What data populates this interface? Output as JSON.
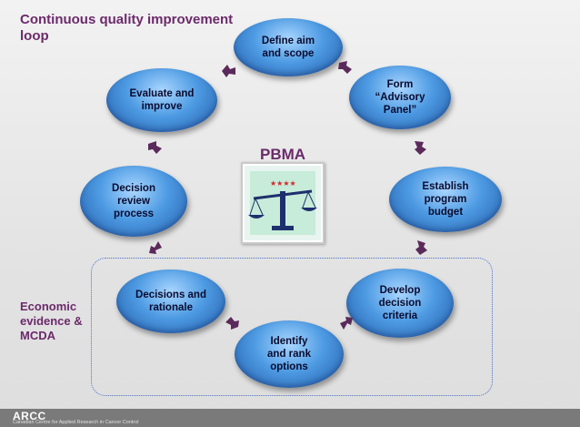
{
  "title": "Continuous quality improvement loop",
  "side_label": "Economic evidence & MCDA",
  "center_label": "PBMA",
  "nodes": {
    "define": "Define aim\nand scope",
    "form": "Form\n“Advisory\nPanel”",
    "budget": "Establish\nprogram\nbudget",
    "criteria": "Develop\ndecision\ncriteria",
    "options": "Identify\nand rank\noptions",
    "rationale": "Decisions and\nrationale",
    "review": "Decision\nreview\nprocess",
    "evaluate": "Evaluate and\nimprove"
  },
  "footer": {
    "logo": "ARCC",
    "subtitle": "Canadian Centre for Applied Research in Cancer Control"
  },
  "colors": {
    "title": "#6b2a6b",
    "node": "#4e9be3",
    "arrow": "#5a2a5a",
    "dotted_border": "#4d6fc6"
  },
  "icons": {
    "center_picture": "balance-scale-icon",
    "arrows": "curved-arrow-icon"
  }
}
